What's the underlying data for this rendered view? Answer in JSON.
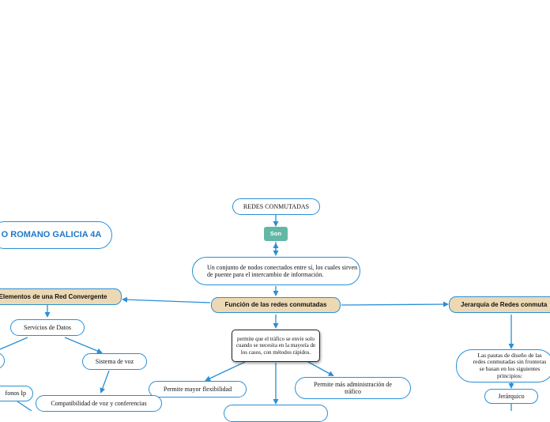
{
  "title": "O ROMANO GALICIA 4A",
  "nodes": {
    "redes_conmutadas": "REDES CONMUTADAS",
    "son": "Son",
    "definicion": "Un conjunto de nodos conectados entre sí, los cuales sirven de puente para el intercambio de información.",
    "funcion": "Función de las redes conmutadas",
    "elementos": "Elementos de una Red Convergente",
    "jerarquia": "Jerarquía de Redes conmuta",
    "permite_que": "permite que el tráfico se envíe solo cuando se necesita en la mayoría de los casos, con métodos rápidos.",
    "flexibilidad": "Permite mayor flexibilidad",
    "administracion": "Permite más administración de tráfico",
    "servicios_datos": "Servicios de Datos",
    "sistema_voz": "Sistema de voz",
    "telefonos_ip": "fonos Ip",
    "compatibilidad": "Compatibilidad de voz y conferencias",
    "pautas": "Las pautas de diseño de las redes conmutadas sin fronteras se basan en los siguientes principios:",
    "jerarquico": "Jerárquico"
  },
  "colors": {
    "edge": "#2a8fd6",
    "tan": "#ecd9b4",
    "teal": "#62b7a5",
    "title_text": "#1e78c8"
  }
}
